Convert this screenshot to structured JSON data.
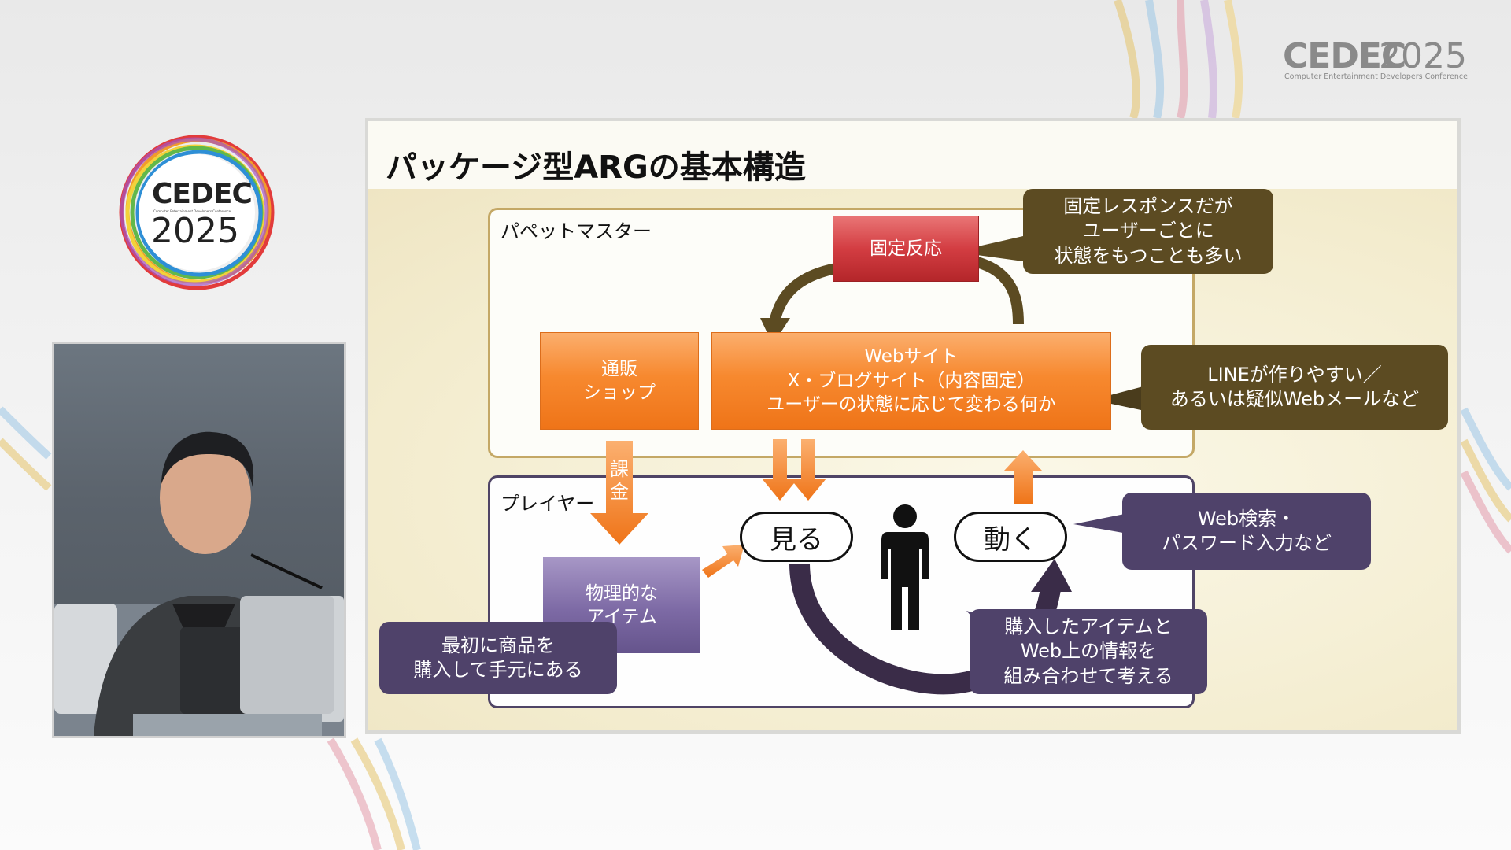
{
  "brand": {
    "top_right_word": "CEDEC",
    "top_right_year": "2025",
    "top_right_sub": "Computer Entertainment Developers Conference",
    "ring_word": "CEDEC",
    "ring_sub": "Computer Entertainment Developers Conference",
    "ring_year": "2025"
  },
  "slide": {
    "title": "パッケージ型ARGの基本構造",
    "groups": {
      "puppetmaster_label": "パペットマスター",
      "player_label": "プレイヤー"
    },
    "boxes": {
      "fixed_reaction": "固定反応",
      "mail_order": "通販\nショップ",
      "web": "Webサイト\nX・ブログサイト（内容固定）\nユーザーの状態に応じて変わる何か",
      "physical_item": "物理的な\nアイテム"
    },
    "charge_label": [
      "課",
      "金"
    ],
    "actions": {
      "see": "見る",
      "move": "動く"
    },
    "callouts": {
      "fixed_response": "固定レスポンスだが\nユーザーごとに\n状態をもつことも多い",
      "line": "LINEが作りやすい／\nあるいは疑似Webメールなど",
      "web_search": "Web検索・\nパスワード入力など",
      "combine": "購入したアイテムと\nWeb上の情報を\n組み合わせて考える",
      "first_purchase": "最初に商品を\n購入して手元にある"
    },
    "icons": [
      "person-icon",
      "arrow-icon"
    ],
    "colors": {
      "orange": "#f7892f",
      "red": "#c62f34",
      "purple": "#7d6aa5",
      "callout_brown": "#5c4b22",
      "callout_violet": "#4f426a",
      "cycle_arrow": "#3a2c48",
      "puppet_border": "#c4a866"
    }
  }
}
